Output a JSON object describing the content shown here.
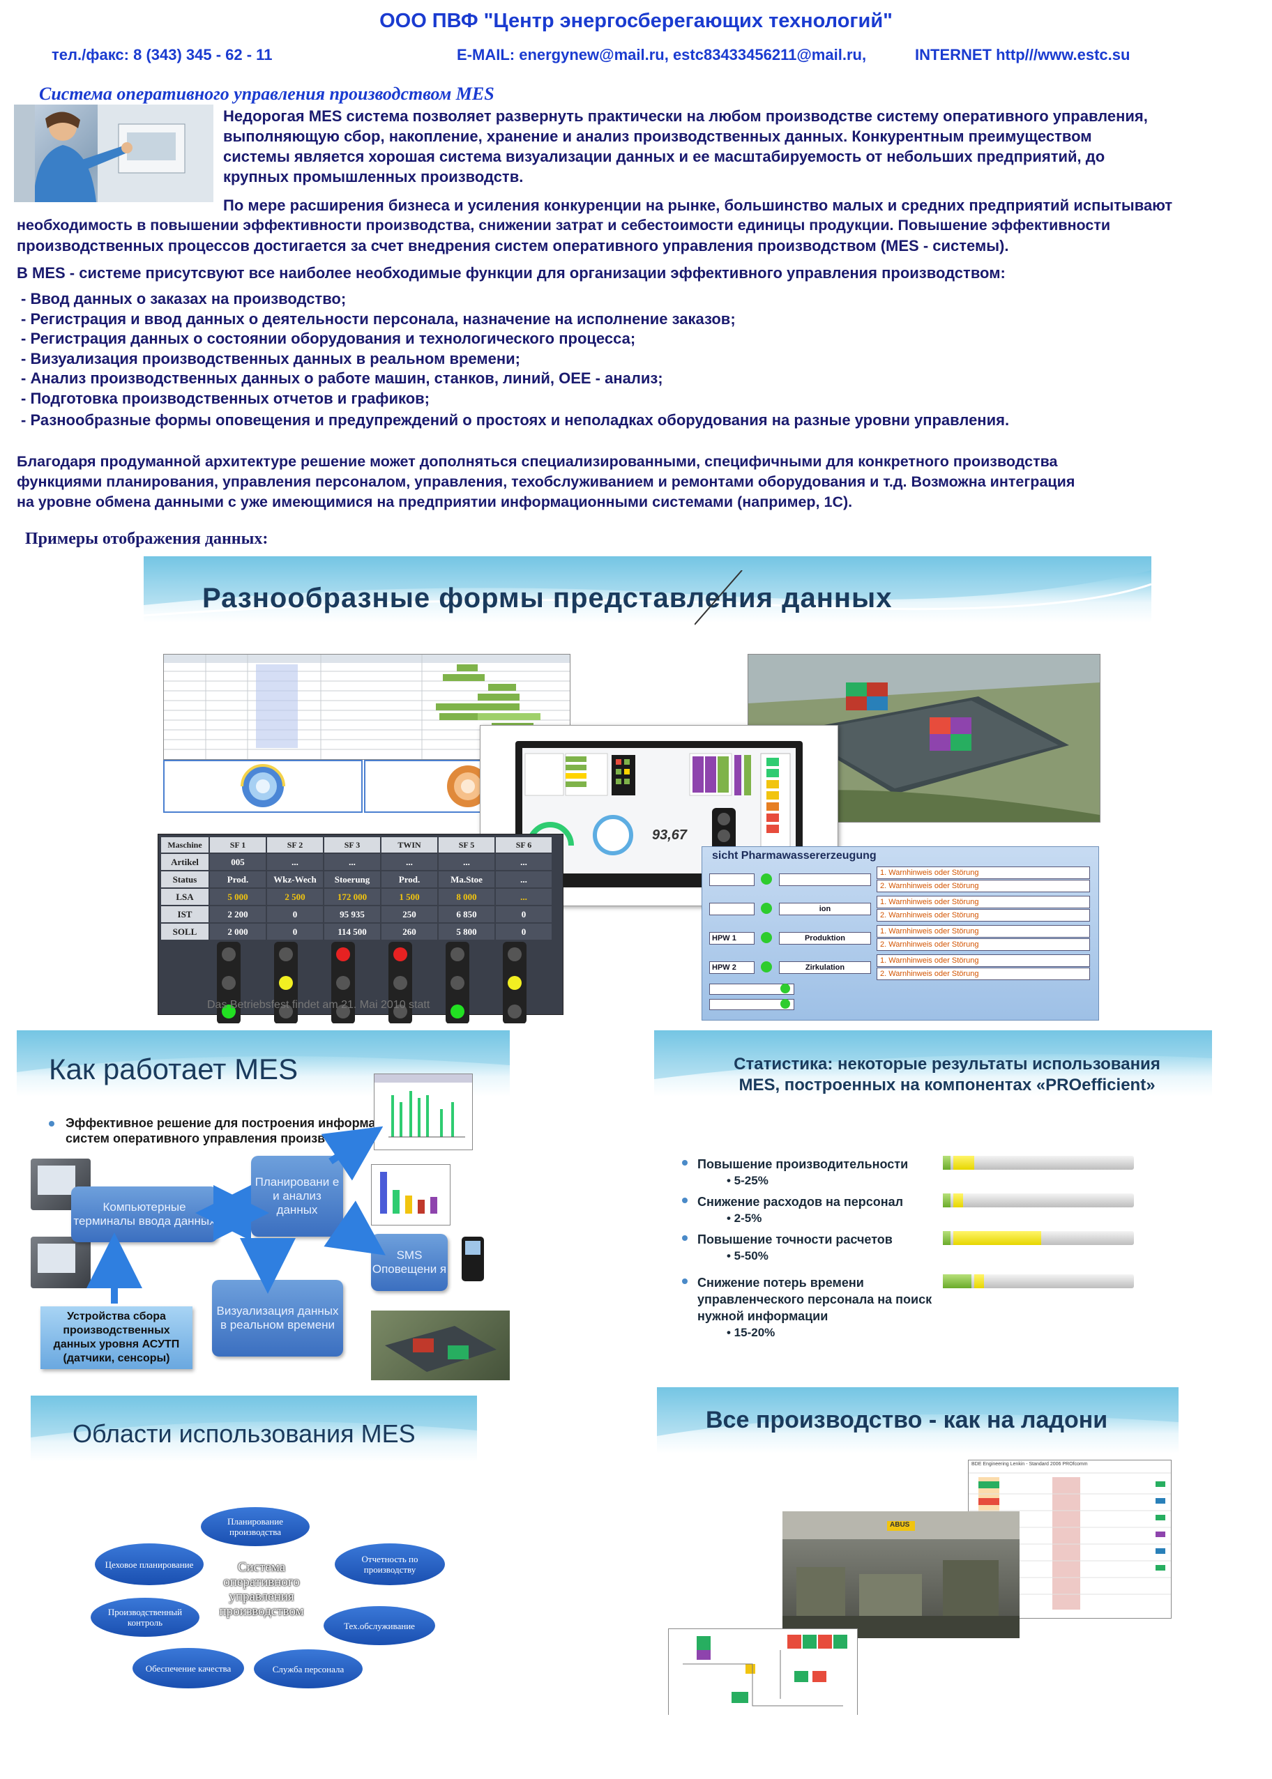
{
  "header": {
    "title": "ООО ПВФ \"Центр энергосберегающих технологий\"",
    "phone": "тел./факс: 8 (343) 345 - 62 - 11",
    "email": "E-MAIL: energynew@mail.ru,  estc83433456211@mail.ru,",
    "internet": "INTERNET http///www.estc.su"
  },
  "intro": {
    "section_title": "Система оперативного управления производством MES",
    "p1_l1": "Недорогая MES система позволяет развернуть практически на любом  производстве систему оперативного управления,",
    "p1_l2": "выполняющую сбор, накопление, хранение и анализ производственных данных.  Конкурентным   преимуществом",
    "p1_l3": "системы является хорошая система визуализации данных и ее масштабируемость от небольших    предприятий,   до",
    "p1_l4": "крупных промышленных производств.",
    "p2_l1": "По мере расширения бизнеса и усиления конкуренции на рынке, большинство малых и средних предприятий испытывают",
    "p2_l2": "необходимость в повышении эффективности производства, снижении затрат и себестоимости  единицы продукции.  Повышение эффективности",
    "p2_l3": "производственных процессов достигается за счет внедрения систем оперативного управления  производством (MES - системы).",
    "p3": "В MES -  системе  присутсвуют все наиболее необходимые функции для организации эффективного  управления производством:"
  },
  "functions": [
    "- Ввод данных о заказах на производство;",
    "- Регистрация и ввод данных о деятельности персонала, назначение на исполнение заказов;",
    "- Регистрация данных о состоянии оборудования и технологического процесса;",
    "- Визуализация производственных данных в реальном времени;",
    "- Анализ производственных данных о работе машин, станков, линий, OEE - анализ;",
    "- Подготовка производственных отчетов и графиков;",
    "- Разнообразные   формы  оповещения  и    предупреждений   о   простоях  и    неполадках  оборудования на  разные  уровни  управления."
  ],
  "architecture": {
    "l1": " Благодаря продуманной архитектуре  решение  может  дополняться   специализированными,   специфичными для конкретного производства",
    "l2": "функциями планирования, управления персоналом, управления, техобслуживанием и ремонтами  оборудования и т.д.  Возможна  интеграция",
    "l3": " на  уровне  обмена данными с уже имеющимися на предприятии информационными  системами (например, 1С)."
  },
  "examples_title": "Примеры отображения данных:",
  "slide1": {
    "title": "Разнообразные формы представления данных",
    "gauge_value": "93,67",
    "table_headers": [
      "Maschine",
      "SF 1",
      "SF 2",
      "SF 3",
      "TWIN",
      "SF 5",
      "SF 6"
    ],
    "table_rows": [
      [
        "Artikel",
        "005",
        "...",
        "...",
        "...",
        "...",
        "..."
      ],
      [
        "Status",
        "Prod.",
        "Wkz-Wech",
        "Stoerung",
        "Prod.",
        "Ma.Stoe",
        "..."
      ],
      [
        "LSA",
        "5 000",
        "2 500",
        "172 000",
        "1 500",
        "8 000",
        "..."
      ],
      [
        "IST",
        "2 200",
        "0",
        "95 935",
        "250",
        "6 850",
        "0"
      ],
      [
        "SOLL",
        "2 000",
        "0",
        "114 500",
        "260",
        "5 800",
        "0"
      ]
    ],
    "footer_text": "Das Betriebsfest findet am 21. Mai 2010 statt",
    "scada_title": "sicht Pharmawassererzeugung",
    "scada_rows": [
      {
        "label": "",
        "state": "",
        "m1": "1. Warnhinweis oder Störung",
        "m2": "2. Warnhinweis oder Störung"
      },
      {
        "label": "",
        "state": "ion",
        "m1": "1. Warnhinweis oder Störung",
        "m2": "2. Warnhinweis oder Störung"
      },
      {
        "label": "HPW 1",
        "state": "Produktion",
        "m1": "1. Warnhinweis oder Störung",
        "m2": "2. Warnhinweis oder Störung"
      },
      {
        "label": "HPW 2",
        "state": "Zirkulation",
        "m1": "1. Warnhinweis oder Störung",
        "m2": "2. Warnhinweis oder Störung"
      }
    ]
  },
  "slide2": {
    "title": "Как работает MES",
    "bullet": "Эффективное решение для построения информационной систем оперативного управления производством",
    "box_terminals": "Компьютерные терминалы ввода данных",
    "box_planning": "Планировани е и анализ данных",
    "box_sms": "SMS Оповещени я",
    "box_visual": "Визуализация данных в реальном времени",
    "box_devices": "Устройства сбора производственных данных  уровня АСУТП (датчики, сенсоры)"
  },
  "slide3": {
    "title_l1": "Статистика: некоторые результаты использования",
    "title_l2": "MES, построенных на компонентах «PROefficient»",
    "stats": [
      {
        "label": "Повышение производительности",
        "value": "5-25%",
        "green": 0.04,
        "yellow": 0.11
      },
      {
        "label": "Снижение расходов на персонал",
        "value": "2-5%",
        "green": 0.04,
        "yellow": 0.05
      },
      {
        "label": "Повышение точности расчетов",
        "value": "5-50%",
        "green": 0.04,
        "yellow": 0.46
      },
      {
        "label": "Снижение потерь времени управленческого персонала на поиск нужной информации",
        "value": "15-20%",
        "green": 0.15,
        "yellow": 0.05
      }
    ]
  },
  "slide4": {
    "title": "Области использования MES",
    "center": "Система оперативного управления производством",
    "areas": [
      "Планирование производства",
      "Отчетность по производству",
      "Тех.обслуживание",
      "Служба персонала",
      "Обеспечение качества",
      "Производственный контроль",
      "Цеховое планирование"
    ]
  },
  "slide5": {
    "title": "Все производство - как на ладони",
    "screen_caption": "BDE Engineering Lenkin - Standard 2006 PROfcomm",
    "hall_sign": "ABUS"
  },
  "colors": {
    "header_blue": "#1a3bd0",
    "text_navy": "#1a1a6e",
    "banner_cyan": "#4cb4db",
    "box_blue": "#3b6fc0",
    "bar_green": "#6aab2a",
    "bar_yellow": "#e6d600"
  }
}
